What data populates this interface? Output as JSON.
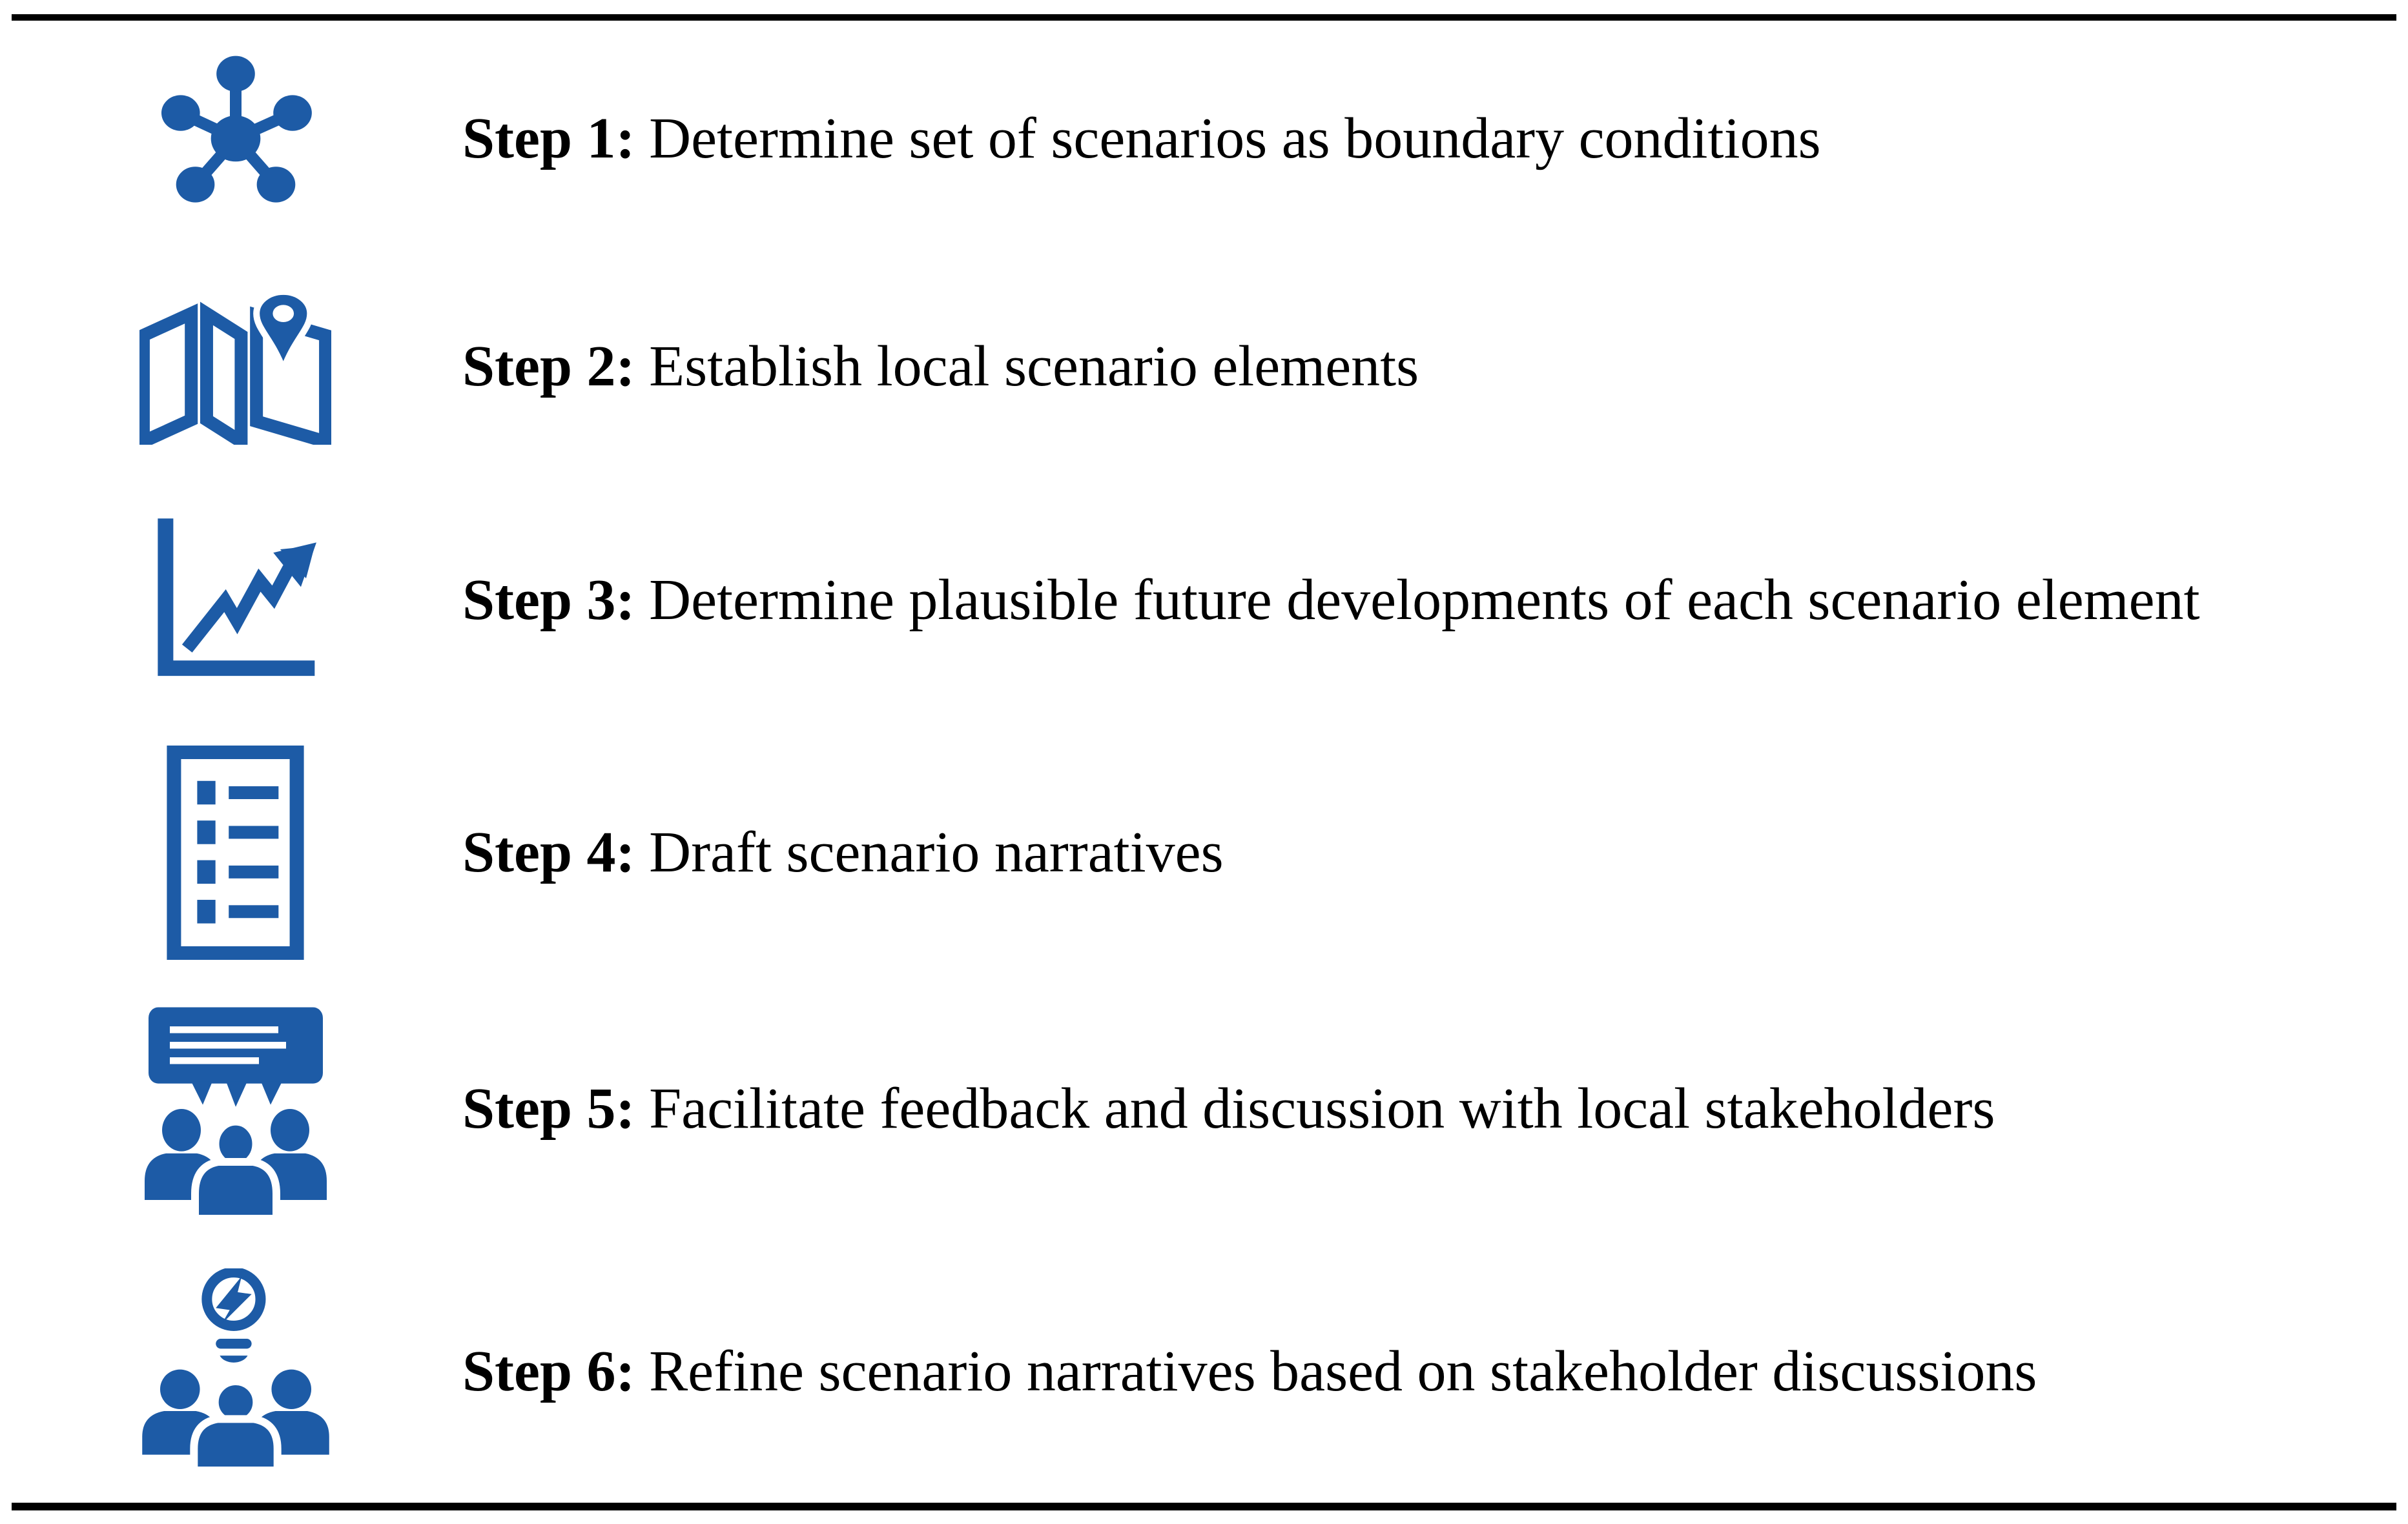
{
  "figure": {
    "type": "process-step-list",
    "background": "#ffffff",
    "rule_color": "#000000",
    "text_color": "#000000",
    "icon_color": "#1d5ba6",
    "steps": [
      {
        "label": "Step 1:",
        "description": "Determine set of scenarios as boundary conditions",
        "icon": "network-hub-icon"
      },
      {
        "label": "Step 2:",
        "description": "Establish local scenario elements",
        "icon": "map-location-pin-icon"
      },
      {
        "label": "Step 3:",
        "description": "Determine plausible future developments of each scenario element",
        "icon": "rising-line-chart-icon"
      },
      {
        "label": "Step 4:",
        "description": "Draft scenario narratives",
        "icon": "document-list-icon"
      },
      {
        "label": "Step 5:",
        "description": "Facilitate feedback and discussion with local stakeholders",
        "icon": "group-discussion-icon"
      },
      {
        "label": "Step 6:",
        "description": "Refine scenario narratives based on stakeholder discussions",
        "icon": "group-idea-icon"
      }
    ]
  }
}
